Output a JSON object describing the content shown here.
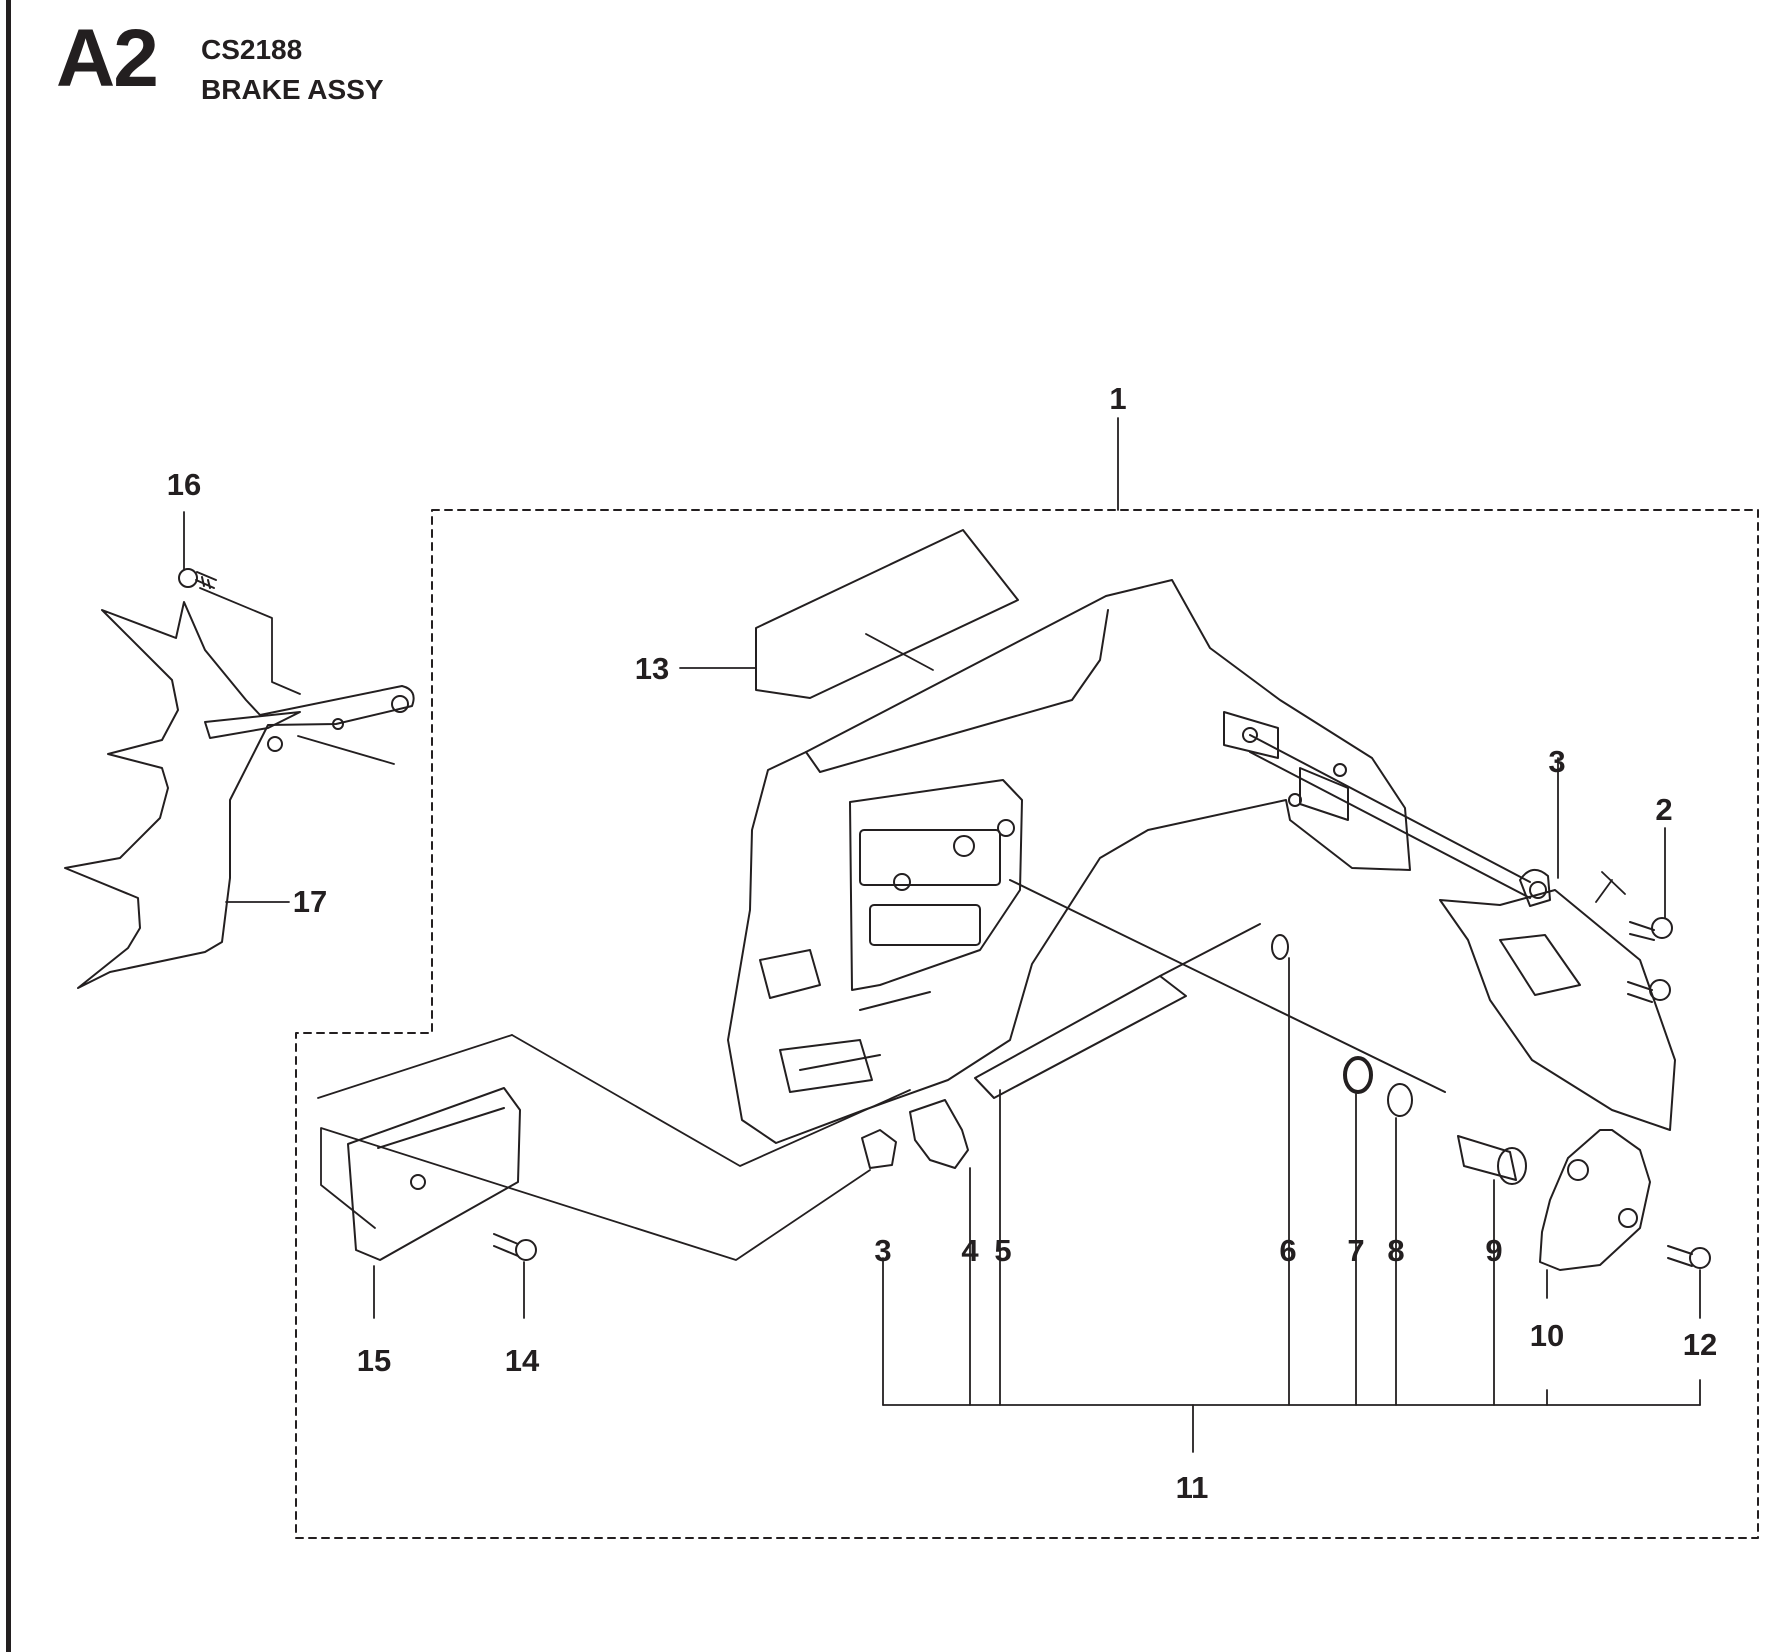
{
  "header": {
    "section_code": "A2",
    "model_code": "CS2188",
    "assembly_title": "BRAKE ASSY"
  },
  "colors": {
    "ink": "#231f20",
    "paper": "#ffffff"
  },
  "parts": {
    "p1": "1",
    "p2": "2",
    "p3a": "3",
    "p3b": "3",
    "p4": "4",
    "p5": "5",
    "p6": "6",
    "p7": "7",
    "p8": "8",
    "p9": "9",
    "p10": "10",
    "p11": "11",
    "p12": "12",
    "p13": "13",
    "p14": "14",
    "p15": "15",
    "p16": "16",
    "p17": "17"
  }
}
